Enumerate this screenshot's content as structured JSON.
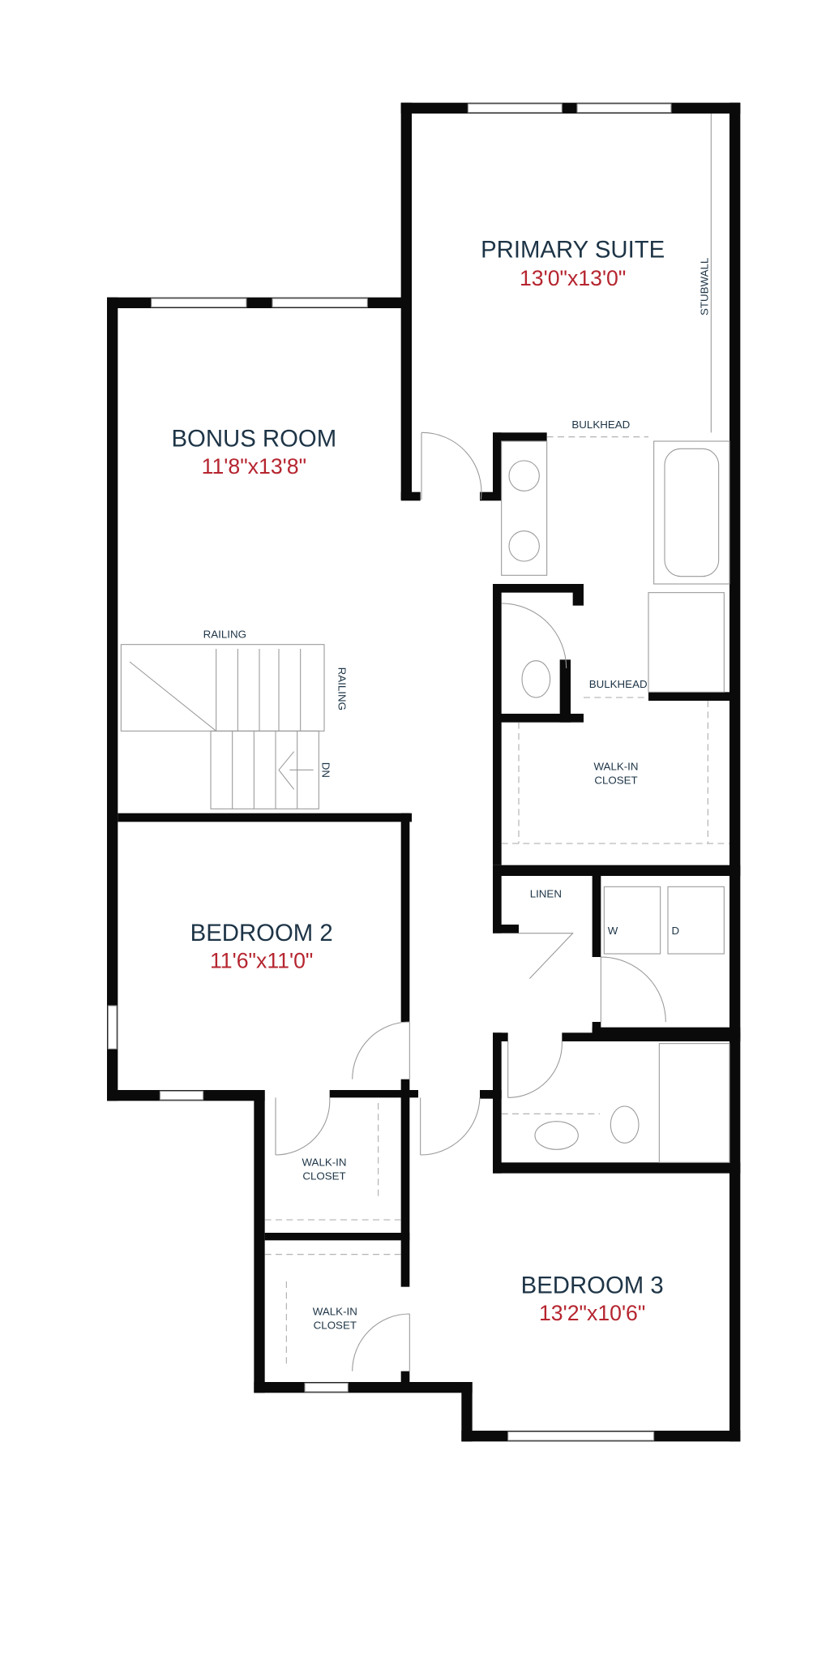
{
  "rooms": {
    "primary": {
      "name": "PRIMARY SUITE",
      "dim": "13'0\"x13'0\""
    },
    "bonus": {
      "name": "BONUS ROOM",
      "dim": "11'8\"x13'8\""
    },
    "bed2": {
      "name": "BEDROOM 2",
      "dim": "11'6\"x11'0\""
    },
    "bed3": {
      "name": "BEDROOM 3",
      "dim": "13'2\"x10'6\""
    }
  },
  "labels": {
    "stubwall": "STUBWALL",
    "bulkhead1": "BULKHEAD",
    "bulkhead2": "BULKHEAD",
    "railing1": "RAILING",
    "railing2": "RAILING",
    "dn": "DN",
    "wic1_a": "WALK-IN",
    "wic1_b": "CLOSET",
    "wic2_a": "WALK-IN",
    "wic2_b": "CLOSET",
    "wic3_a": "WALK-IN",
    "wic3_b": "CLOSET",
    "linen": "LINEN",
    "washer": "W",
    "dryer": "D"
  },
  "colors": {
    "wall": "#0a0a0a",
    "room_name": "#1d3446",
    "room_dim": "#b5252f"
  }
}
